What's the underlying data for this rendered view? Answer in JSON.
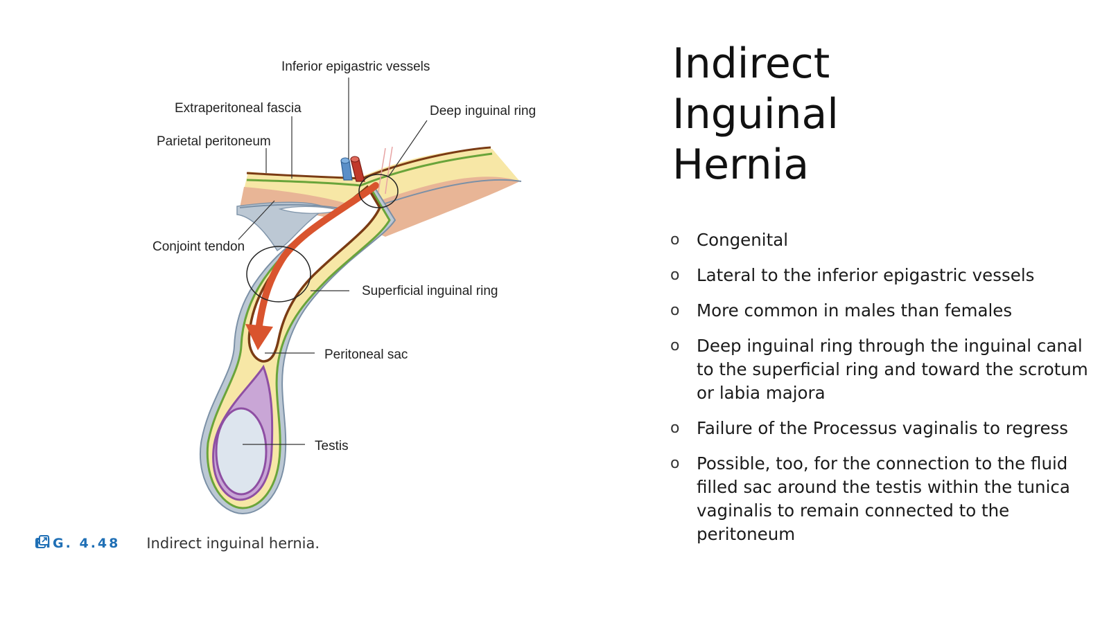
{
  "slide": {
    "title_lines": [
      "Indirect",
      "Inguinal",
      "Hernia"
    ],
    "bullet_marker": "o",
    "bullets": [
      "Congenital",
      "Lateral to the inferior epigastric vessels",
      "More common in males than females",
      "Deep inguinal ring through the inguinal canal to the superficial ring and toward the scrotum or labia majora",
      "Failure of the Processus vaginalis to regress",
      "Possible, too, for the connection to the fluid filled sac around the testis within the tunica vaginalis to remain connected to the peritoneum"
    ]
  },
  "figure": {
    "labels": {
      "inferior_epigastric_vessels": "Inferior epigastric vessels",
      "extraperitoneal_fascia": "Extraperitoneal fascia",
      "deep_inguinal_ring": "Deep inguinal ring",
      "parietal_peritoneum": "Parietal peritoneum",
      "conjoint_tendon": "Conjoint tendon",
      "superficial_inguinal_ring": "Superficial inguinal ring",
      "peritoneal_sac": "Peritoneal sac",
      "testis": "Testis"
    },
    "caption": {
      "fig_number": "FIG. 4.48",
      "text": "Indirect inguinal hernia.",
      "link_icon": "external-link-icon"
    },
    "colors": {
      "fig_number_blue": "#1f6fb5",
      "muscle_tan": "#e8b596",
      "fascia_yellow": "#f7e7a6",
      "membrane_green": "#6aa43a",
      "peritoneum_brown": "#7a3b14",
      "tendon_gray": "#bcc8d4",
      "arrow_red": "#d9542e",
      "vein_blue": "#5a8fc8",
      "artery_red": "#c0392b",
      "testis_purple": "#8e4fa3",
      "testis_fill": "#dde5ee"
    }
  }
}
